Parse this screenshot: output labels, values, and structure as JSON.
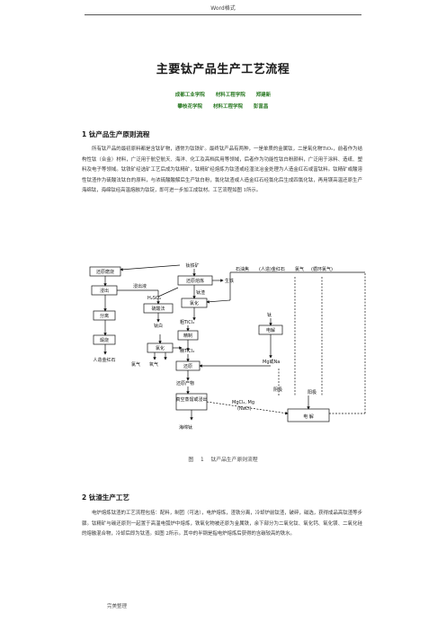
{
  "header": {
    "text": "Word格式"
  },
  "title": "主要钛产品生产工艺流程",
  "authors": [
    {
      "affiliation": "成都工业学院",
      "department": "材料工程学院",
      "name": "郑建新"
    },
    {
      "affiliation": "攀枝花学院",
      "department": "材料工程学院",
      "name": "彭富昌"
    }
  ],
  "sections": [
    {
      "heading": "1 钛产品生产原则流程",
      "paragraph": "所有钛产品的最初原料都是含钛矿物，通常为钛铁矿。最终钛产品有两种，一是单质的金属钛，二是氧化物TiO₂，前者作为结构性钛（合金）材料，广泛用于航空航天、海洋、化工及高档民用等领域，后者作为功能性钛白粉颜料，广泛用于涂料、造纸、塑料及电子等领域。钛铁矿经选矿工艺后成为钛精矿，钛精矿经熔炼为钛渣或经湿法冶金处理为人造金红石或富钛料。钛精矿或酸溶性钛渣作为硫酸法钛白的原料，与浓硫酸酸解后生产钛白粉，氯化钛渣或人造金红石经氯化后生成四氯化钛，再用镁高温还原生产海绵钛，海绵钛经高温熔融为钛锭，即可进一步加工成钛材。工艺流程如图 1所示。"
    },
    {
      "heading": "2 钛渣生产工艺",
      "paragraph": "电炉熔炼钛渣的工艺流程包括：配料，制团（可选），电炉熔炼，渣铁分离，冷却炉前钛渣，破碎，磁选，获得成品高钛渣等步骤。钛精矿与碳还原剂一起置于高温电弧炉中熔炼，铁氧化物被还原为金属铁，余下部分为二氧化钛、氧化钙、氧化镁、二氧化硅的熔融混合物，冷却后即为钛渣。如图 2所示。其中的半钢是指电炉熔炼后获得的含碳较高的铁水。"
    }
  ],
  "figure": {
    "caption_label": "图 1",
    "caption_text": "钛产品生产原则流程",
    "labels": {
      "huanyuan_moshao": "还原磨烧",
      "jinchu": "浸出",
      "fenli": "分离",
      "duanshao": "煅烧",
      "renzao_jinhongshi": "人造金红石",
      "taitiekuang": "钛铁矿",
      "jinchu_yekuang": "浸出液",
      "h2so4": "H₂SO₄",
      "dianlu_rongtan": "还原熔炼",
      "taizha": "钛渣",
      "shengtie": "生铁",
      "liusuanfa": "硫酸法",
      "taibai": "钛白",
      "lvhua_top": "氯化",
      "cu_ticl4": "粗TiCl₄",
      "jingzhi": "精制",
      "jing_ticl4": "精TiCl₄",
      "lvhua_mid": "氯化",
      "huanyuan": "还原",
      "huanyuan_chanwu": "还原产物",
      "zhenkong_zhengliu": "真空蒸馏或浸出",
      "haimiantai": "海绵钛",
      "oxygen1": "氧气",
      "lvqi_left": "氯气",
      "mgcl2": "MgCl₂, Mg",
      "nacl": "(NaCl)",
      "shiyou_jiao": "石油焦",
      "top_input": "(人造)金红石",
      "lvqi_top": "氯气",
      "xunhuan_lvqi": "(循环氯气)",
      "tai": "钛",
      "dianjie_small": "电解",
      "mg_na": "Mg或Na",
      "yinji": "阴极",
      "yangji": "阳极",
      "dianjie_big": "电 解"
    }
  },
  "footer": {
    "text": "完美整理"
  }
}
